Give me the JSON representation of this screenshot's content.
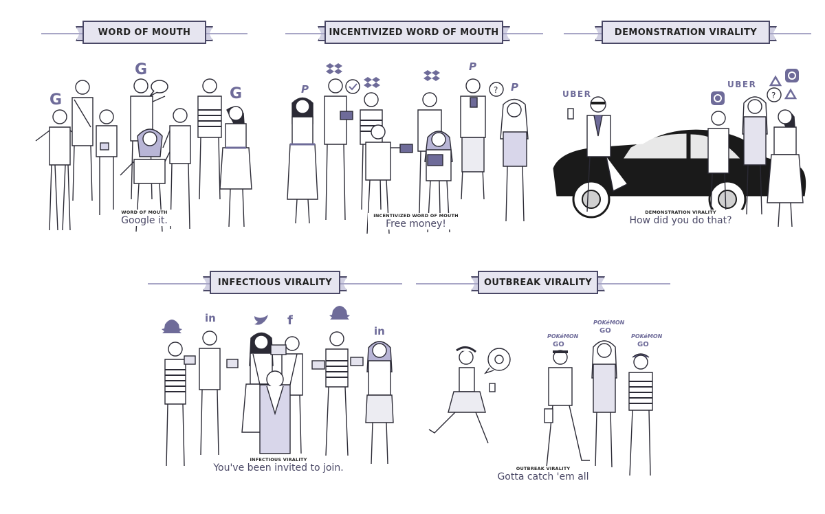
{
  "panels": [
    {
      "id": "word-of-mouth",
      "banner_title": "WORD OF MOUTH",
      "caption_small": "WORD OF MOUTH",
      "caption_big": "Google it.",
      "icons": [
        "google-icon",
        "google-icon",
        "google-icon",
        "speech-bubble-icon"
      ],
      "icon_labels": {
        "google": "G"
      }
    },
    {
      "id": "incentivized-word-of-mouth",
      "banner_title": "INCENTIVIZED WORD OF MOUTH",
      "caption_small": "INCENTIVIZED WORD OF MOUTH",
      "caption_big": "Free money!",
      "icons": [
        "paypal-icon",
        "dropbox-icon",
        "checkmark-bubble-icon",
        "question-bubble-icon"
      ],
      "icon_labels": {
        "paypal": "P",
        "question": "?"
      }
    },
    {
      "id": "demonstration-virality",
      "banner_title": "DEMONSTRATION VIRALITY",
      "caption_small": "DEMONSTRATION VIRALITY",
      "caption_big": "How did you do that?",
      "icons": [
        "uber-icon",
        "uber-icon",
        "instagram-icon",
        "triangle-icon",
        "question-bubble-icon"
      ],
      "icon_labels": {
        "uber": "UBER",
        "question": "?"
      }
    },
    {
      "id": "infectious-virality",
      "banner_title": "INFECTIOUS VIRALITY",
      "caption_small": "INFECTIOUS VIRALITY",
      "caption_big": "You've been invited to join.",
      "icons": [
        "snapchat-icon",
        "linkedin-icon",
        "twitter-icon",
        "facebook-icon",
        "snapchat-icon",
        "linkedin-icon"
      ],
      "icon_labels": {
        "linkedin": "in",
        "facebook": "f"
      }
    },
    {
      "id": "outbreak-virality",
      "banner_title": "OUTBREAK VIRALITY",
      "caption_small": "OUTBREAK VIRALITY",
      "caption_big": "Gotta catch 'em all",
      "icons": [
        "pokemon-go-icon",
        "pokemon-go-icon",
        "pokemon-go-icon",
        "pokeball-bubble-icon"
      ],
      "icon_labels": {
        "pokemon_top": "POKéMON",
        "pokemon_bottom": "GO"
      }
    }
  ],
  "colors": {
    "accent": "#6e6b99",
    "accent_light": "#d8d6ea",
    "line": "#2b2a35",
    "banner_fill": "#e6e5f0",
    "car": "#1a1a1a"
  }
}
